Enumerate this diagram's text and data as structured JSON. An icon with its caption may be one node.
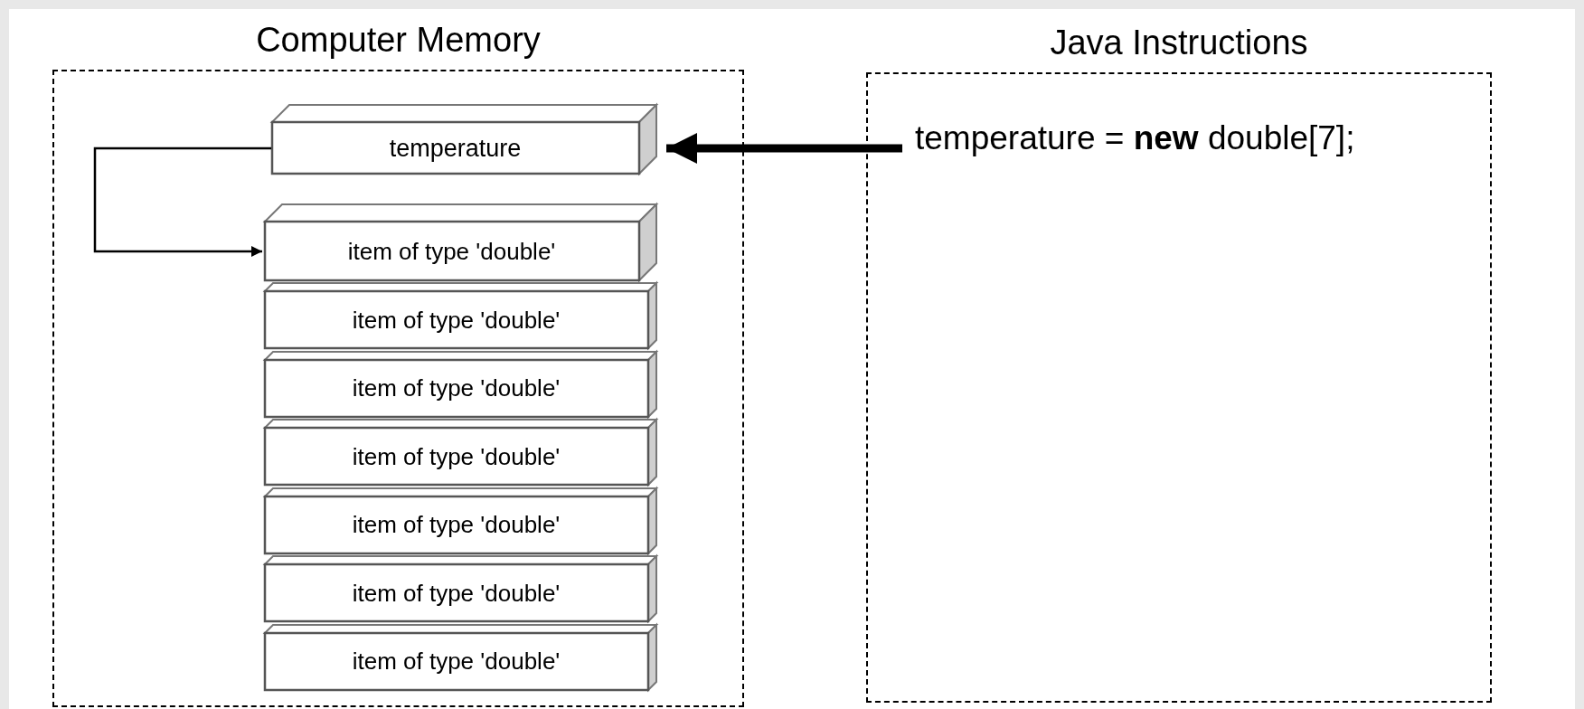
{
  "diagram": {
    "nodes": [
      {
        "text": [
          "Computer Memory"
        ]
      },
      {
        "text": [
          "temperature"
        ],
        "in": 0
      },
      {
        "text": [
          "item of type 'double'"
        ],
        "in": 0
      },
      {
        "text": [
          "item of type 'double'"
        ],
        "in": 0
      },
      {
        "text": [
          "item of type 'double'"
        ],
        "in": 0
      },
      {
        "text": [
          "item of type 'double'"
        ],
        "in": 0
      },
      {
        "text": [
          "item of type 'double'"
        ],
        "in": 0
      },
      {
        "text": [
          "item of type 'double'"
        ],
        "in": 0
      },
      {
        "text": [
          "item of type 'double'"
        ],
        "in": 0
      },
      {
        "text": [
          "Java Instructions"
        ]
      },
      {
        "text": [
          "temperature = **new** double[7];"
        ],
        "in": 9
      }
    ],
    "edges": [
      {
        "from": 10,
        "to": 1,
        "arrow": "to",
        "style": "thick"
      },
      {
        "from": 1,
        "to": 2,
        "arrow": "to"
      }
    ]
  }
}
